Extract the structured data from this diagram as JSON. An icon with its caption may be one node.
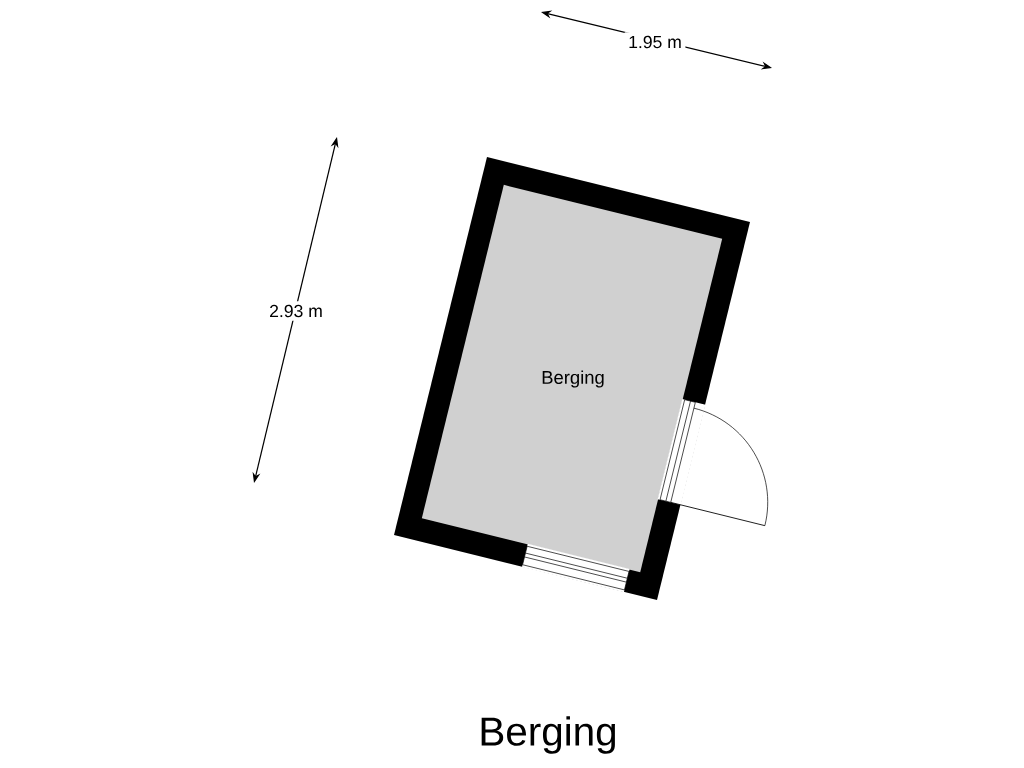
{
  "diagram": {
    "title": "Berging",
    "nodes": [
      {
        "text": [
          "Berging"
        ]
      }
    ],
    "labels": [
      "1.95 m",
      "2.93 m"
    ]
  }
}
